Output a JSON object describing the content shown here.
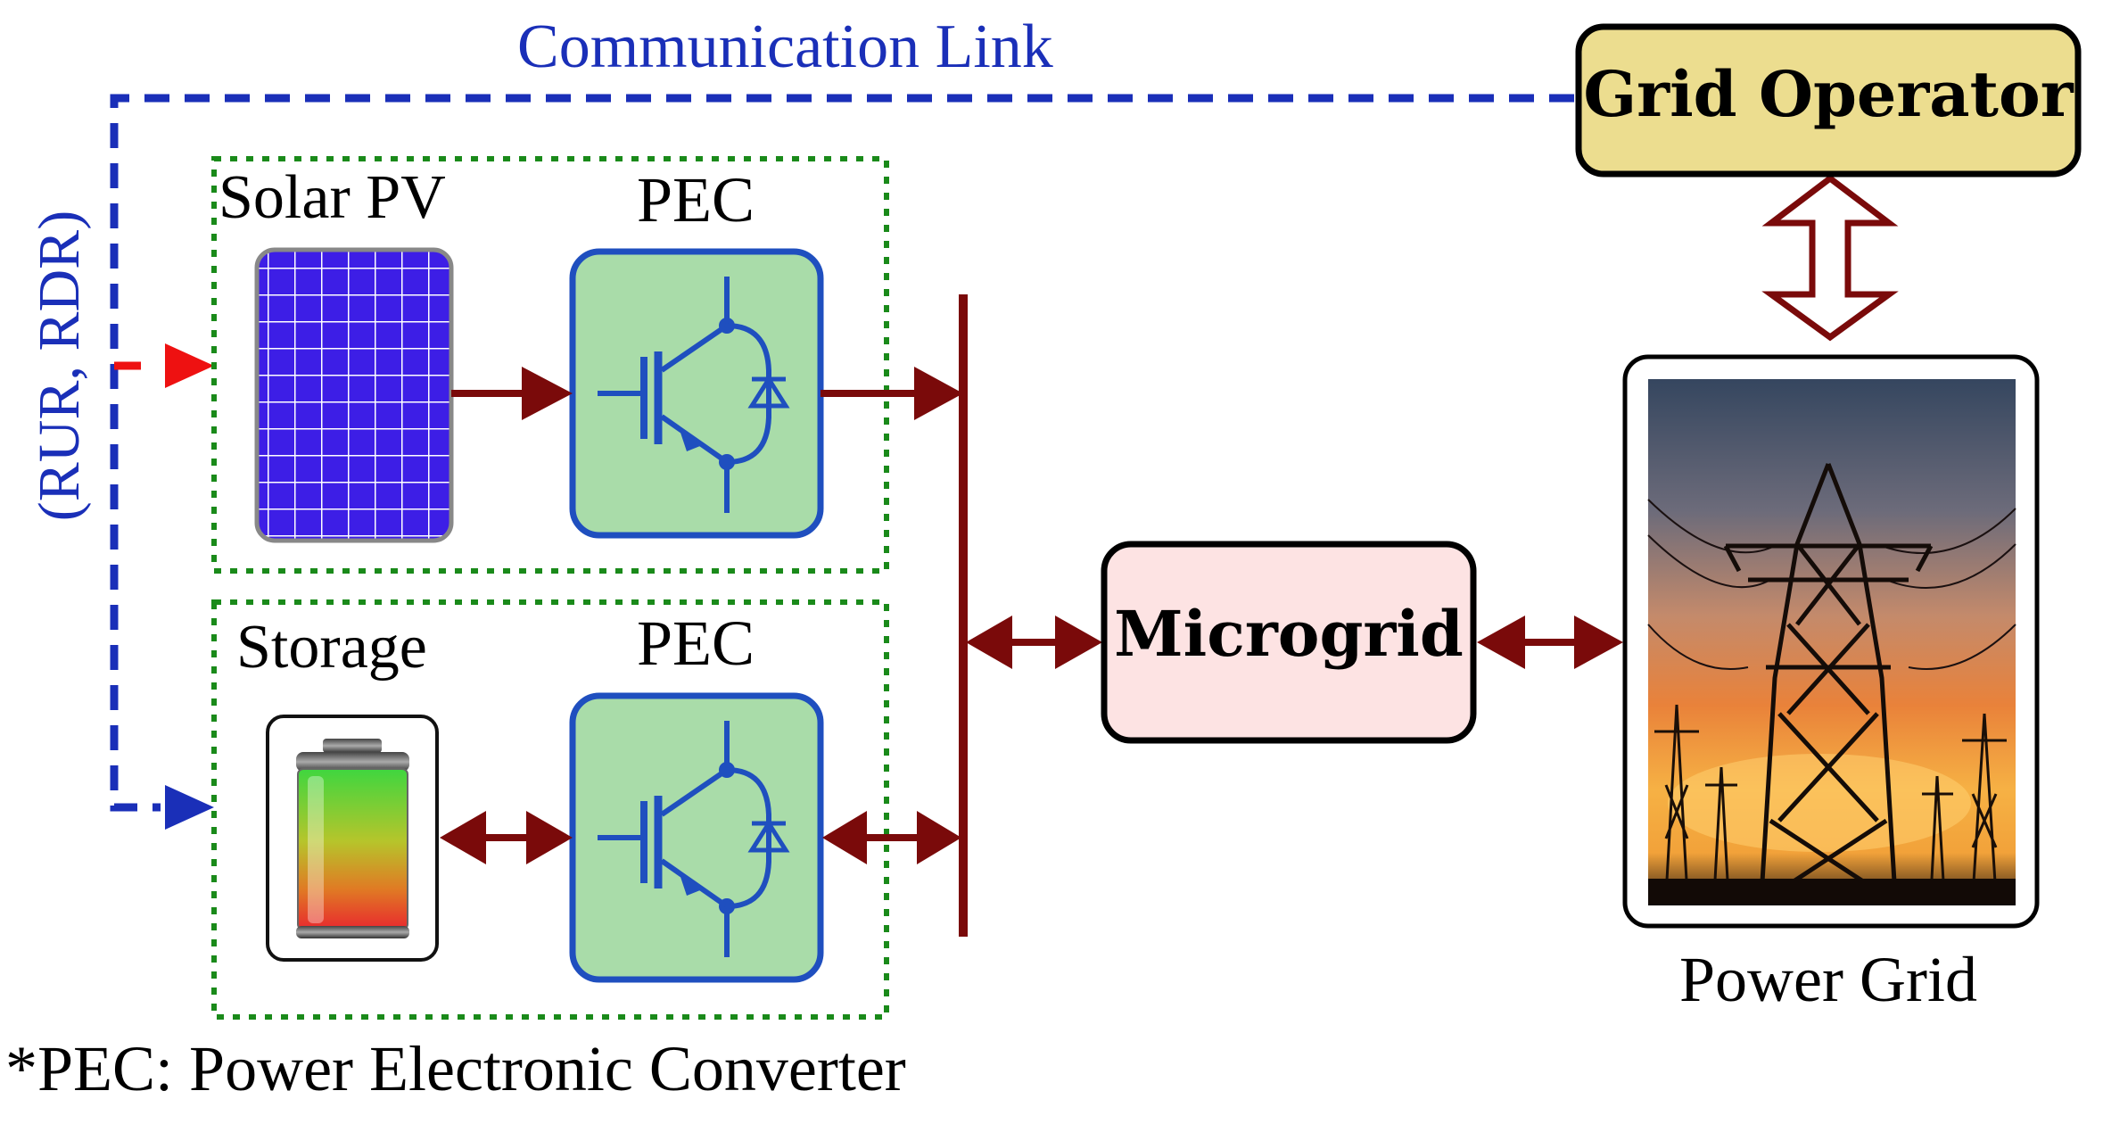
{
  "labels": {
    "communication_link": "Communication Link",
    "rur_rdr": "(RUR, RDR)",
    "solar_pv": "Solar PV",
    "pec_top": "PEC",
    "pec_bottom": "PEC",
    "storage": "Storage",
    "microgrid": "Microgrid",
    "grid_operator": "Grid Operator",
    "power_grid": "Power Grid",
    "footnote": "*PEC: Power Electronic Converter"
  },
  "colors": {
    "communication": "#1a2fb8",
    "power_flow": "#7a0a0a",
    "signal_red": "#ee1111",
    "dotted_group": "#1a8a1a",
    "pv_panel": "#3d1ee6",
    "pec_fill": "#a9dca9",
    "pec_border": "#1f4fbf",
    "microgrid_fill": "#fde3e3",
    "grid_operator_fill": "#ecdd8f"
  },
  "icons": [
    "solar-panel-icon",
    "igbt-switch-icon",
    "battery-icon",
    "transmission-tower-icon"
  ]
}
